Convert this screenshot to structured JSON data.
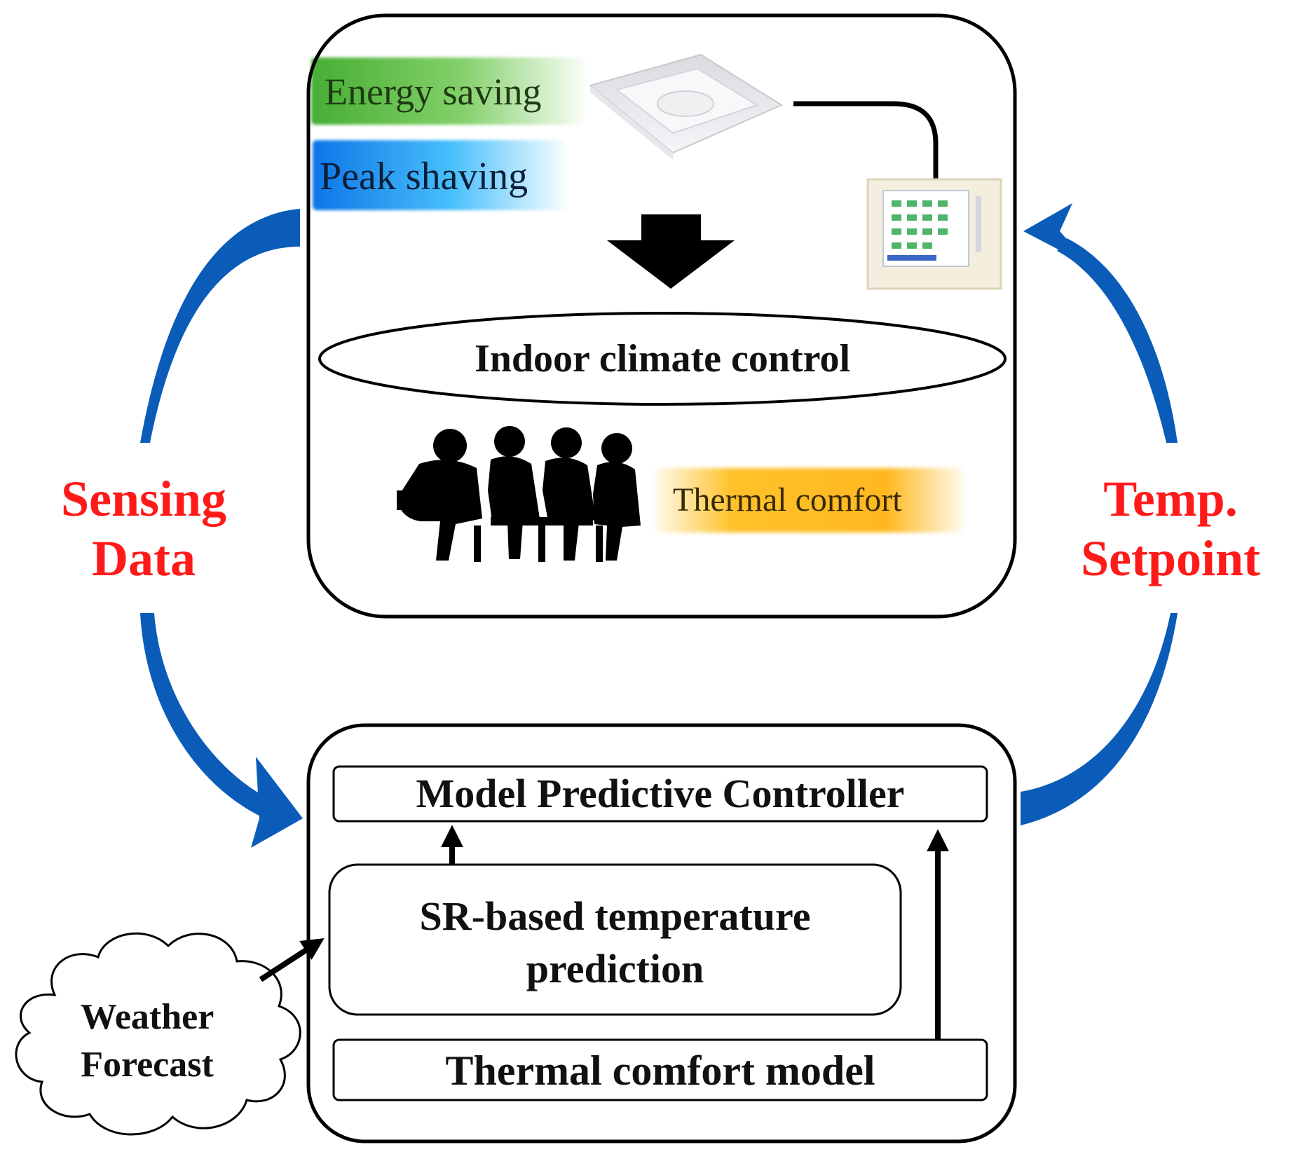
{
  "top_panel": {
    "energy_saving": "Energy saving",
    "peak_shaving": "Peak shaving",
    "indoor_climate_control": "Indoor climate control",
    "thermal_comfort": "Thermal comfort"
  },
  "left_flow": {
    "line1": "Sensing",
    "line2": "Data"
  },
  "right_flow": {
    "line1": "Temp.",
    "line2": "Setpoint"
  },
  "bottom_panel": {
    "mpc": "Model Predictive Controller",
    "sr_line1": "SR-based temperature",
    "sr_line2": "prediction",
    "thermal_comfort_model": "Thermal comfort model"
  },
  "weather": {
    "line1": "Weather",
    "line2": "Forecast"
  },
  "colors": {
    "flow_arrow": "#0a5cb8",
    "flow_label": "#ff1a1a",
    "energy_glow": "#4cb33a",
    "peak_glow": "#1a8fe8",
    "comfort_glow": "#ffb41e"
  },
  "icons": [
    "ceiling-ac-unit-icon",
    "wall-controller-icon",
    "down-arrow-icon",
    "people-meeting-silhouette-icon",
    "cloud-icon"
  ]
}
